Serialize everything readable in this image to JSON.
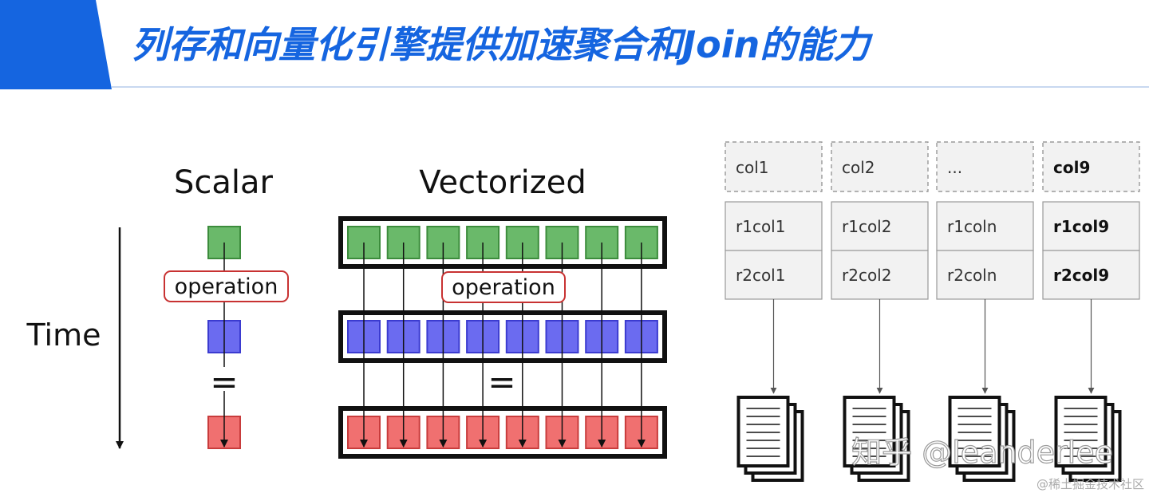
{
  "header": {
    "title": "列存和向量化引擎提供加速聚合和Join的能力",
    "accent_color": "#1565e0"
  },
  "scalar": {
    "heading": "Scalar",
    "operation_label": "operation",
    "equals": "=",
    "time_label": "Time"
  },
  "vectorized": {
    "heading": "Vectorized",
    "operation_label": "operation",
    "equals": "=",
    "lanes": 8
  },
  "columns": [
    {
      "header": "col1",
      "rows": [
        "r1col1",
        "r2col1"
      ],
      "bold": false
    },
    {
      "header": "col2",
      "rows": [
        "r1col2",
        "r2col2"
      ],
      "bold": false
    },
    {
      "header": "...",
      "rows": [
        "r1coln",
        "r2coln"
      ],
      "bold": false
    },
    {
      "header": "col9",
      "rows": [
        "r1col9",
        "r2col9"
      ],
      "bold": true
    }
  ],
  "watermark": {
    "main": "知乎 @leanderlee",
    "sub": "@稀土掘金技术社区"
  },
  "colors": {
    "green_fill": "#6ab96a",
    "green_stroke": "#3c8c3c",
    "blue_fill": "#6b6bf0",
    "blue_stroke": "#3b3bd0",
    "red_fill": "#f07070",
    "red_stroke": "#c83c3c",
    "op_border": "#c83232"
  },
  "icons": [
    "down-arrow-icon",
    "document-stack-icon"
  ]
}
